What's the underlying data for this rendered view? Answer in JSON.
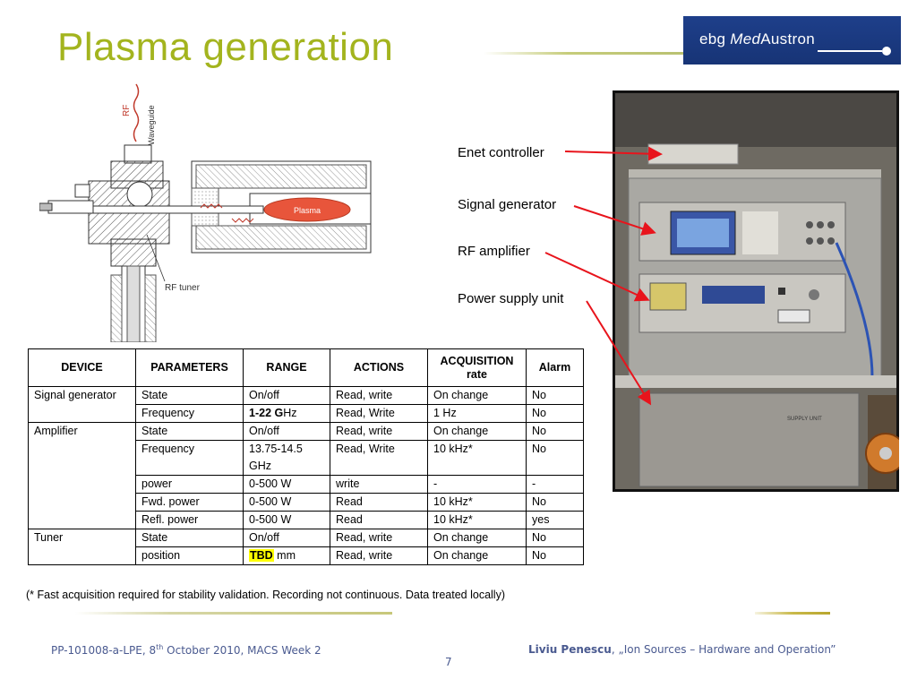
{
  "title": "Plasma generation",
  "logo": {
    "prefix": "ebg ",
    "med": "Med",
    "suffix": "Austron"
  },
  "diagram": {
    "rf_label": "RF",
    "waveguide_label": "Waveguide",
    "plasma_label": "Plasma",
    "tuner_label": "RF tuner"
  },
  "labels": {
    "enet": "Enet controller",
    "siggen": "Signal generator",
    "rfamp": "RF amplifier",
    "psu": "Power supply unit",
    "photo_supply_text": "SUPPLY UNIT"
  },
  "table": {
    "headers": [
      "DEVICE",
      "PARAMETERS",
      "RANGE",
      "ACTIONS",
      "ACQUISITION rate",
      "Alarm"
    ],
    "rows": [
      {
        "device": "Signal generator",
        "param": "State",
        "range": "On/off",
        "actions": "Read, write",
        "acq": "On change",
        "alarm": "No"
      },
      {
        "device": "",
        "param": "Frequency",
        "range_bold": "1-22 G",
        "range_rest": "Hz",
        "actions": "Read, Write",
        "acq": "1 Hz",
        "alarm": "No"
      },
      {
        "device": "Amplifier",
        "param": "State",
        "range": "On/off",
        "actions": "Read, write",
        "acq": "On change",
        "alarm": "No"
      },
      {
        "device": "",
        "param": "Frequency",
        "range_l1": "13.75-14.5",
        "range_l2": "GHz",
        "actions": "Read, Write",
        "acq": "10 kHz*",
        "alarm": "No"
      },
      {
        "device": "",
        "param": "power",
        "range": "0-500 W",
        "actions": "write",
        "acq": "-",
        "alarm": "-"
      },
      {
        "device": "",
        "param": "Fwd. power",
        "range": "0-500 W",
        "actions": "Read",
        "acq": "10 kHz*",
        "alarm": "No"
      },
      {
        "device": "",
        "param": "Refl. power",
        "range": "0-500 W",
        "actions": "Read",
        "acq": "10 kHz*",
        "alarm": "yes"
      },
      {
        "device": "Tuner",
        "param": "State",
        "range": "On/off",
        "actions": "Read, write",
        "acq": "On change",
        "alarm": "No"
      },
      {
        "device": "",
        "param": "position",
        "range_tbd": "TBD",
        "range_rest": " mm",
        "actions": "Read, write",
        "acq": "On change",
        "alarm": "No"
      }
    ]
  },
  "footnote": "(* Fast acquisition required for stability validation. Recording not continuous. Data treated locally)",
  "footer": {
    "left_pre": "PP-101008-a-LPE, 8",
    "left_sup": "th",
    "left_post": " October 2010, MACS Week 2",
    "right_bold": "Liviu Penescu",
    "right_rest": ", „Ion Sources – Hardware and Operation”",
    "page": "7"
  },
  "colors": {
    "title": "#a3b41e",
    "logo_bg": "#1e3f8a",
    "arrow": "#e8141c",
    "footer": "#4a5a90"
  }
}
